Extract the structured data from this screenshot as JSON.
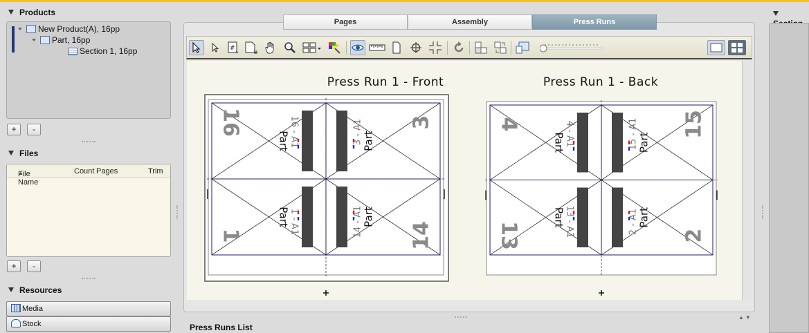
{
  "colors": {
    "accent": "#f2c12e",
    "tab_active": "#8aa1b1",
    "tree_accent": "#1f3a78",
    "page_frame": "#1a1a7a",
    "bleed_red": "#d81c1c",
    "bleed_blue": "#1c2ad8"
  },
  "left": {
    "products": {
      "title": "Products",
      "tree": [
        {
          "label": "New Product(A), 16pp",
          "icon": "product-icon"
        },
        {
          "label": "Part, 16pp",
          "icon": "part-icon"
        },
        {
          "label": "Section 1, 16pp",
          "icon": "section-icon"
        }
      ],
      "add": "+",
      "remove": "-"
    },
    "files": {
      "title": "Files",
      "columns": [
        "File Name",
        "Count",
        "Pages",
        "Trim"
      ],
      "add": "+",
      "remove": "-"
    },
    "resources": {
      "title": "Resources",
      "items": [
        {
          "label": "Media",
          "icon": "media-icon"
        },
        {
          "label": "Stock",
          "icon": "stock-icon"
        }
      ]
    }
  },
  "center": {
    "tabs": [
      {
        "label": "Pages"
      },
      {
        "label": "Assembly"
      },
      {
        "label": "Press Runs",
        "active": true
      }
    ],
    "toolbar": [
      "pointer-arrow-icon",
      "select-arrow-icon",
      "page-number-icon",
      "page-size-icon",
      "pan-hand-icon",
      "zoom-icon",
      "grid-layout-icon",
      "color-wand-icon",
      "preview-eye-icon",
      "ruler-icon",
      "blank-page-icon",
      "crosshair-icon",
      "crop-marks-icon",
      "rotate-icon",
      "align-left-icon",
      "swap-icon",
      "zoom-fit-icon"
    ],
    "view_buttons": [
      "single-view-icon",
      "grid-view-icon"
    ],
    "zoom_slider": {
      "value": 0.0
    },
    "press_runs": [
      {
        "title": "Press Run 1 - Front",
        "pages": [
          {
            "num": "16",
            "slug": "16 - A1",
            "part": "Part"
          },
          {
            "num": "3",
            "slug": "3 - A1",
            "part": "Part"
          },
          {
            "num": "1",
            "slug": "1 - A1",
            "part": "Part"
          },
          {
            "num": "14",
            "slug": "14 - A1",
            "part": "Part"
          }
        ]
      },
      {
        "title": "Press Run 1 - Back",
        "pages": [
          {
            "num": "4",
            "slug": "4 - A1",
            "part": "Part"
          },
          {
            "num": "15",
            "slug": "15 - A1",
            "part": "Part"
          },
          {
            "num": "13",
            "slug": "13 - A1",
            "part": "Part"
          },
          {
            "num": "2",
            "slug": "2 - A1",
            "part": "Part"
          }
        ]
      }
    ],
    "list_title": "Press Runs List"
  },
  "right": {
    "title": "Section"
  }
}
